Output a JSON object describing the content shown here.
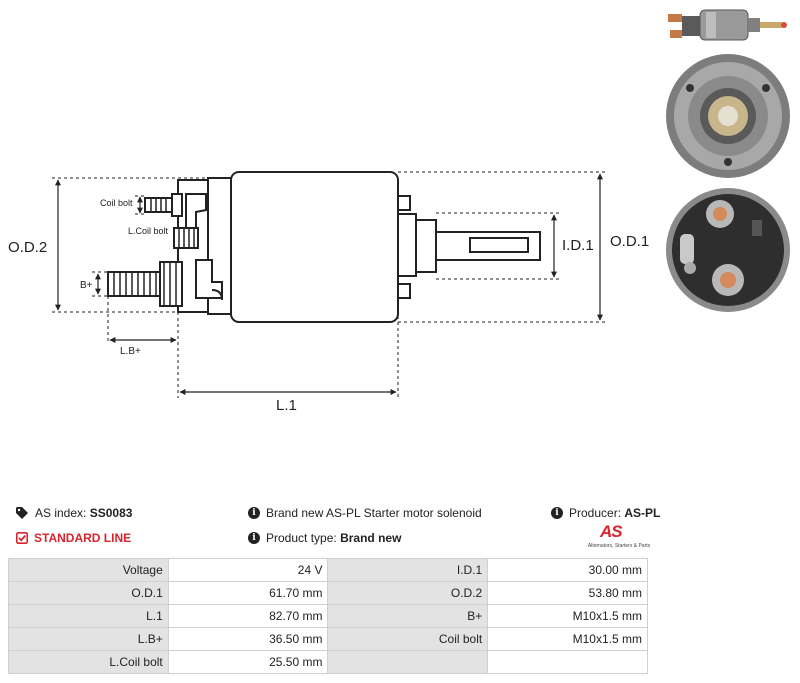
{
  "dimensions": {
    "od2": "O.D.2",
    "od1": "O.D.1",
    "id1": "I.D.1",
    "l1": "L.1",
    "lbplus": "L.B+",
    "bplus": "B+",
    "coil_bolt": "Coil bolt",
    "l_coil_bolt": "L.Coil bolt"
  },
  "info": {
    "as_index_label": "AS index:",
    "as_index_value": "SS0083",
    "line_label": "STANDARD LINE",
    "description": "Brand new AS-PL Starter motor solenoid",
    "product_type_label": "Product type:",
    "product_type_value": "Brand new",
    "producer_label": "Producer:",
    "producer_value": "AS-PL",
    "logo_text": "AS",
    "logo_tagline": "Alternators, Starters & Parts"
  },
  "icons": {
    "tag": "tag-icon",
    "check": "check-square-icon",
    "info": "info-circle-icon"
  },
  "colors": {
    "brand_red": "#d9232d",
    "label_cell": "#e3e3e3"
  },
  "spec_rows": [
    {
      "l1": "Voltage",
      "v1": "24 V",
      "l2": "I.D.1",
      "v2": "30.00 mm"
    },
    {
      "l1": "O.D.1",
      "v1": "61.70 mm",
      "l2": "O.D.2",
      "v2": "53.80 mm"
    },
    {
      "l1": "L.1",
      "v1": "82.70 mm",
      "l2": "B+",
      "v2": "M10x1.5 mm"
    },
    {
      "l1": "L.B+",
      "v1": "36.50 mm",
      "l2": "Coil bolt",
      "v2": "M10x1.5 mm"
    },
    {
      "l1": "L.Coil bolt",
      "v1": "25.50 mm",
      "l2": "",
      "v2": ""
    }
  ]
}
